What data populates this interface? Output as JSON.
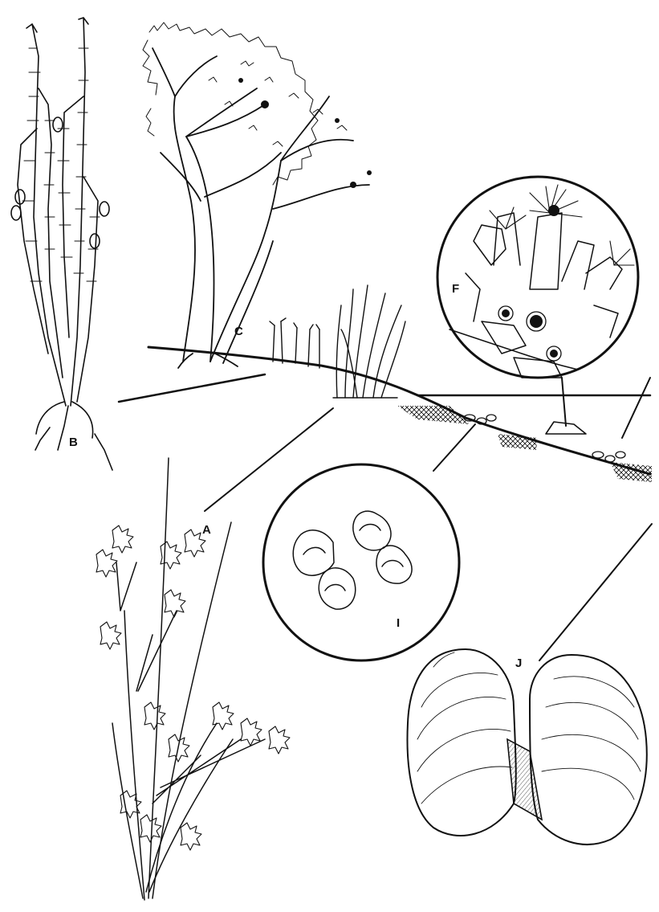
{
  "figure": {
    "labels": {
      "a": "A",
      "b": "B",
      "c": "C",
      "f": "F",
      "i": "I",
      "j": "J"
    }
  },
  "colors": {
    "ink": "#111111",
    "paper": "#ffffff"
  }
}
